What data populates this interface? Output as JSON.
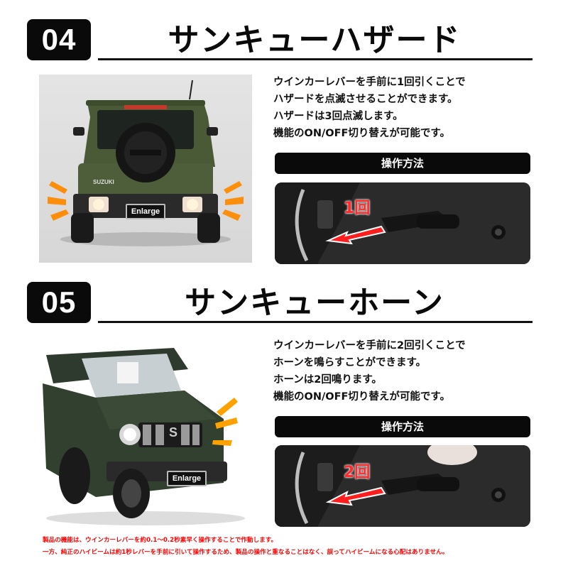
{
  "section_04": {
    "number": "04",
    "title": "サンキューハザード",
    "photo_badge": "Enlarge",
    "photo_emblem": "SUZUKI",
    "description": [
      "ウインカーレバーを手前に1回引くことで",
      "ハザードを点滅させることができます。",
      "ハザードは3回点滅します。",
      "機能のON/OFF切り替えが可能です。"
    ],
    "operation_label": "操作方法",
    "operation_count": "1回"
  },
  "section_05": {
    "number": "05",
    "title": "サンキューホーン",
    "photo_badge": "Enlarge",
    "photo_emblem": "S",
    "description": [
      "ウインカーレバーを手前に2回引くことで",
      "ホーンを鳴らすことができます。",
      "ホーンは2回鳴ります。",
      "機能のON/OFF切り替えが可能です。"
    ],
    "operation_label": "操作方法",
    "operation_count": "2回"
  },
  "notes": [
    "製品の機能は、ウインカーレバーを約0.1～0.2秒素早く操作することで作動します。",
    "一方、純正のハイビームは約1秒レバーを手前に引いて操作するため、製品の操作と重なることはなく、誤ってハイビームになる心配はありません。"
  ],
  "colors": {
    "badge_bg": "#0a0a0a",
    "car_body": "#4a5a37",
    "arrow_red": "#ff1e1e",
    "flash_orange": "#ff8a00",
    "note_red": "#ff0000"
  }
}
